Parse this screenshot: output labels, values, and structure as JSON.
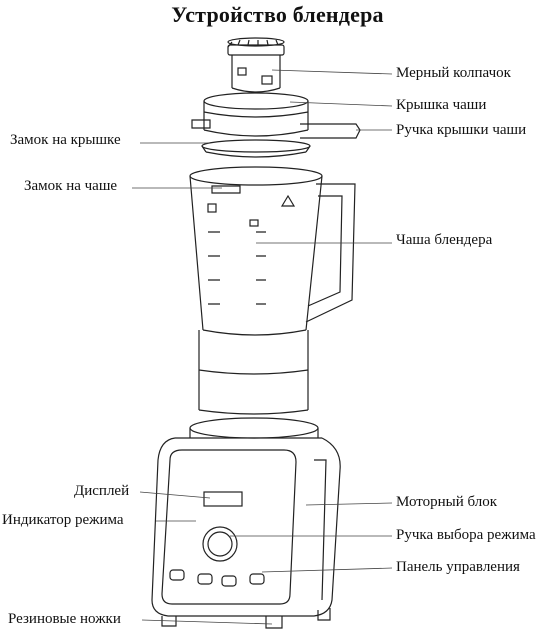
{
  "title": "Устройство блендера",
  "labels": {
    "measuring_cap": "Мерный колпачок",
    "jar_lid": "Крышка чаши",
    "lid_handle": "Ручка крышки чаши",
    "lid_lock": "Замок на крышке",
    "jar_lock": "Замок на чаше",
    "jar": "Чаша блендера",
    "display": "Дисплей",
    "mode_indicator": "Индикатор режима",
    "motor_unit": "Моторный блок",
    "mode_knob": "Ручка выбора режима",
    "control_panel": "Панель управления",
    "rubber_feet": "Резиновые ножки"
  }
}
